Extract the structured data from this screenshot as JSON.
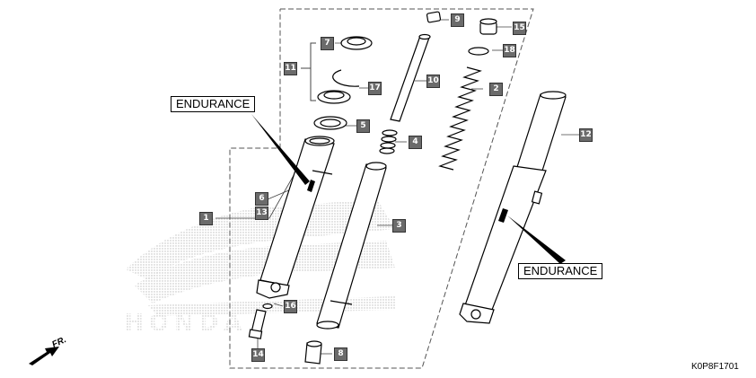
{
  "labels": {
    "endurance_left": "ENDURANCE",
    "endurance_right": "ENDURANCE",
    "diagram_code": "K0P8F1701",
    "direction": "FR."
  },
  "callouts": [
    "1",
    "2",
    "3",
    "4",
    "5",
    "6",
    "7",
    "8",
    "9",
    "10",
    "11",
    "12",
    "13",
    "14",
    "15",
    "16",
    "17",
    "18"
  ],
  "watermark": {
    "brand_text": "HONDA",
    "color": "#d8d8d8"
  }
}
